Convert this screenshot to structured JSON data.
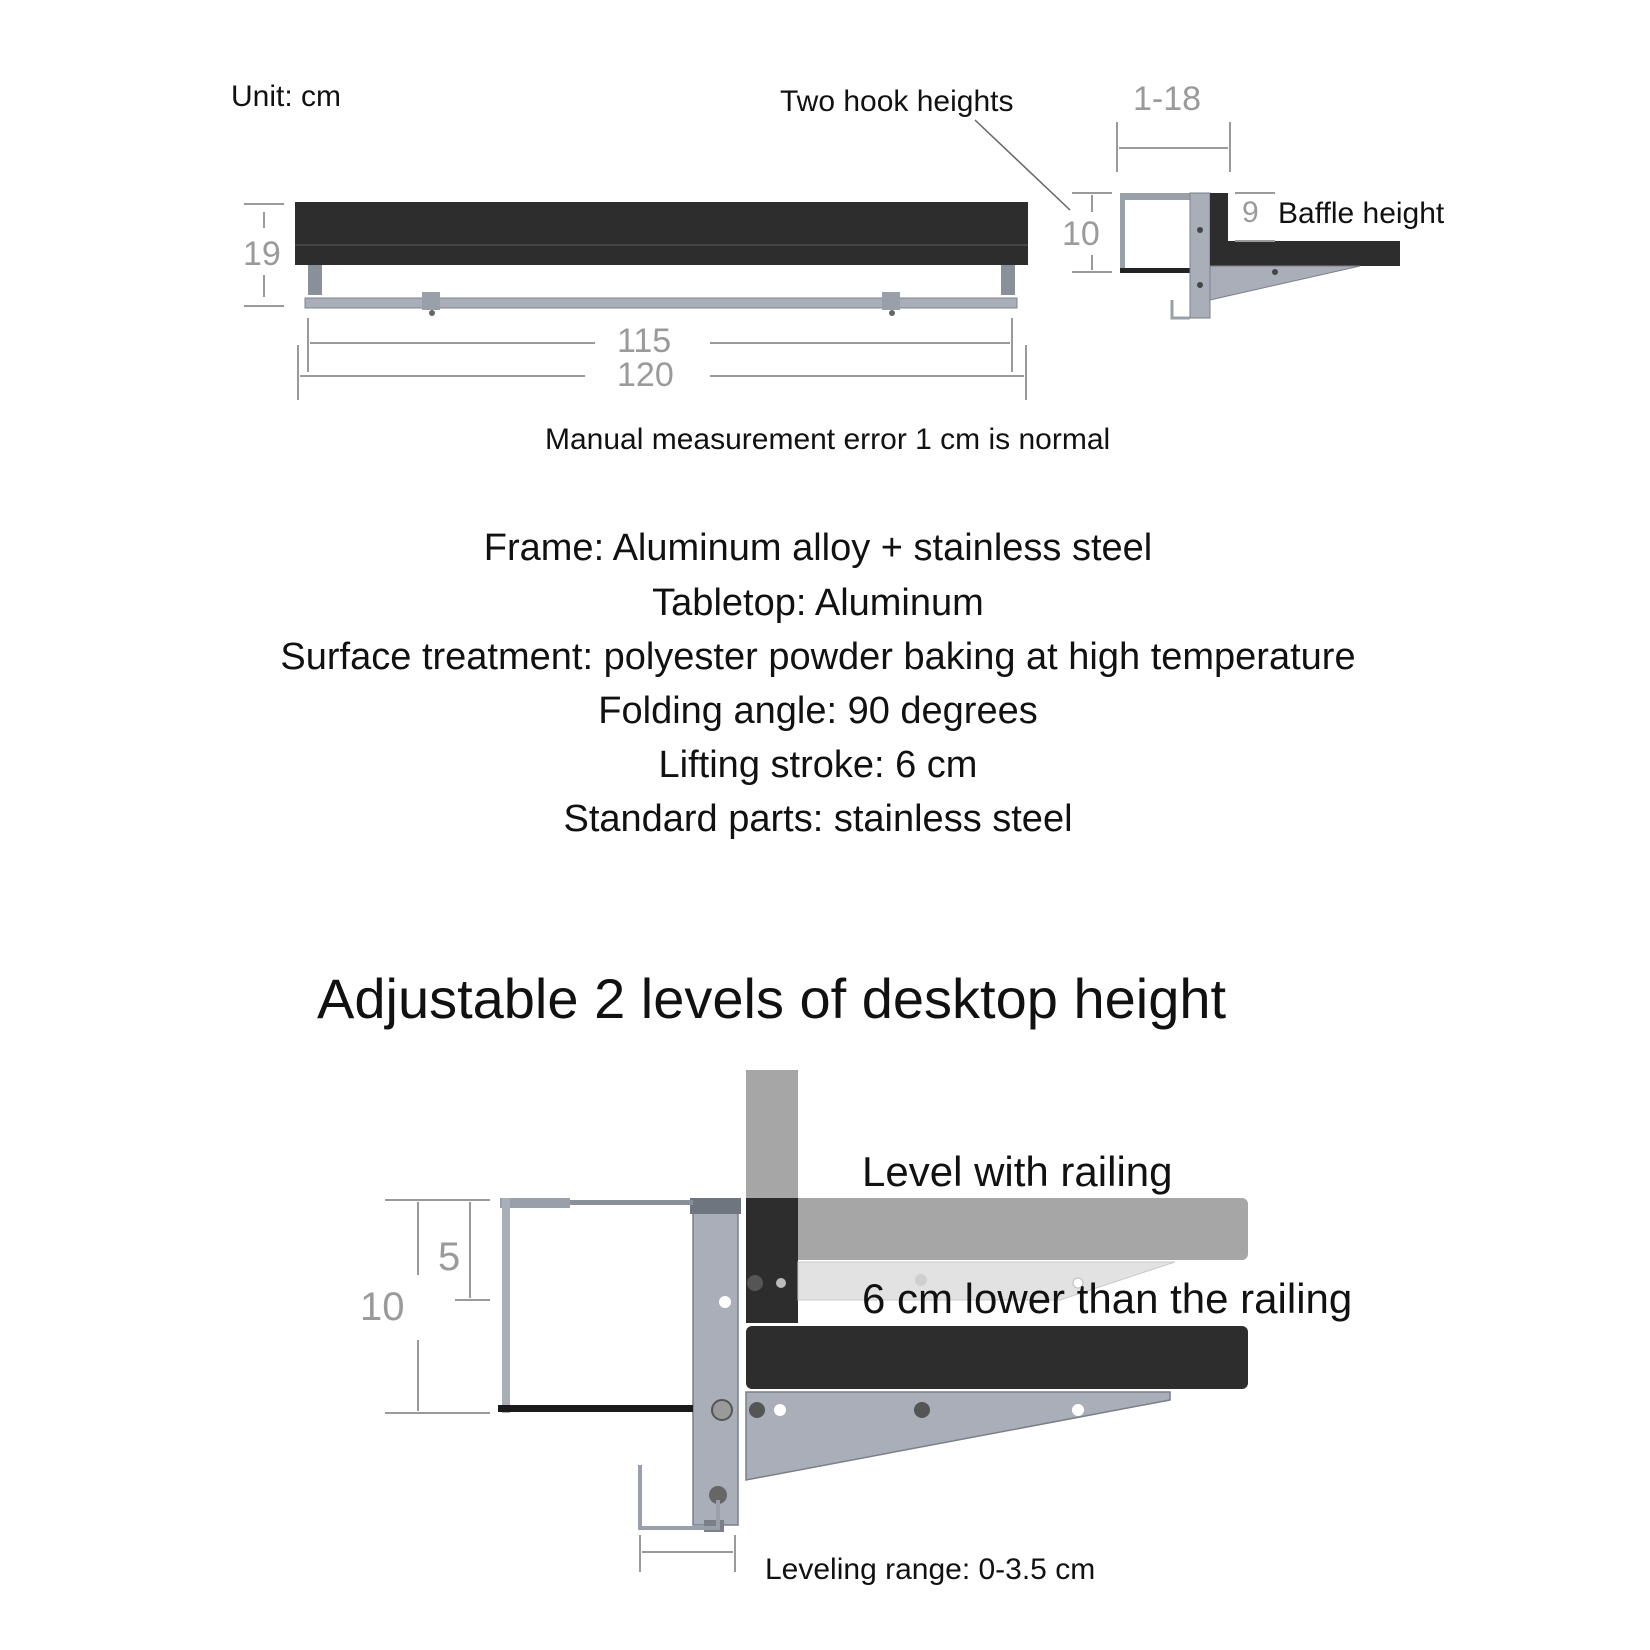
{
  "top_diagram": {
    "unit": "Unit: cm",
    "hook_heights": "Two hook heights",
    "gap_range": "1-18",
    "hook_dim": "10",
    "baffle_dim": "9",
    "baffle_label": "Baffle height",
    "height_dim": "19",
    "inner_length": "115",
    "outer_length": "120",
    "error_note": "Manual measurement error 1 cm is normal"
  },
  "specs": [
    "Frame: Aluminum alloy + stainless steel",
    "Tabletop: Aluminum",
    "Surface treatment: polyester powder baking at high temperature",
    "Folding angle: 90 degrees",
    "Lifting stroke: 6 cm",
    "Standard parts: stainless steel"
  ],
  "bottom_diagram": {
    "heading": "Adjustable 2 levels of desktop height",
    "level_railing": "Level with railing",
    "level_lower": "6 cm lower than the railing",
    "dim_outer": "10",
    "dim_inner": "5",
    "leveling": "Leveling range: 0-3.5 cm"
  }
}
